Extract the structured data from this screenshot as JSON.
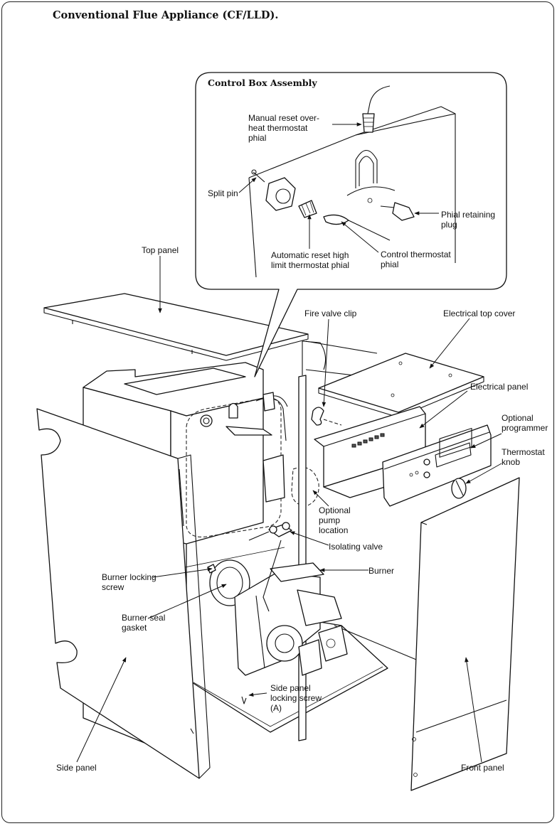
{
  "title": "Conventional Flue Appliance (CF/LLD).",
  "inset": {
    "title": "Control Box Assembly",
    "labels": {
      "manual_reset_1": "Manual reset over-",
      "manual_reset_2": "heat thermostat",
      "manual_reset_3": "phial",
      "split_pin": "Split pin",
      "phial_plug_1": "Phial retaining",
      "phial_plug_2": "plug",
      "control_stat_1": "Control thermostat",
      "control_stat_2": "phial",
      "auto_reset_1": "Automatic reset high",
      "auto_reset_2": "limit thermostat phial"
    }
  },
  "labels": {
    "top_panel": "Top panel",
    "fire_valve_clip": "Fire valve clip",
    "electrical_top_cover": "Electrical top cover",
    "electrical_panel": "Electrical panel",
    "optional_programmer_1": "Optional",
    "optional_programmer_2": "programmer",
    "thermostat_knob_1": "Thermostat",
    "thermostat_knob_2": "knob",
    "optional_pump_1": "Optional",
    "optional_pump_2": "pump",
    "optional_pump_3": "location",
    "isolating_valve": "Isolating valve",
    "burner": "Burner",
    "burner_locking_1": "Burner locking",
    "burner_locking_2": "screw",
    "burner_seal_1": "Burner seal",
    "burner_seal_2": "gasket",
    "side_panel_screw_1": "Side panel",
    "side_panel_screw_2": "locking screw",
    "side_panel_screw_3": "(A)",
    "side_panel": "Side panel",
    "front_panel": "Front panel"
  }
}
